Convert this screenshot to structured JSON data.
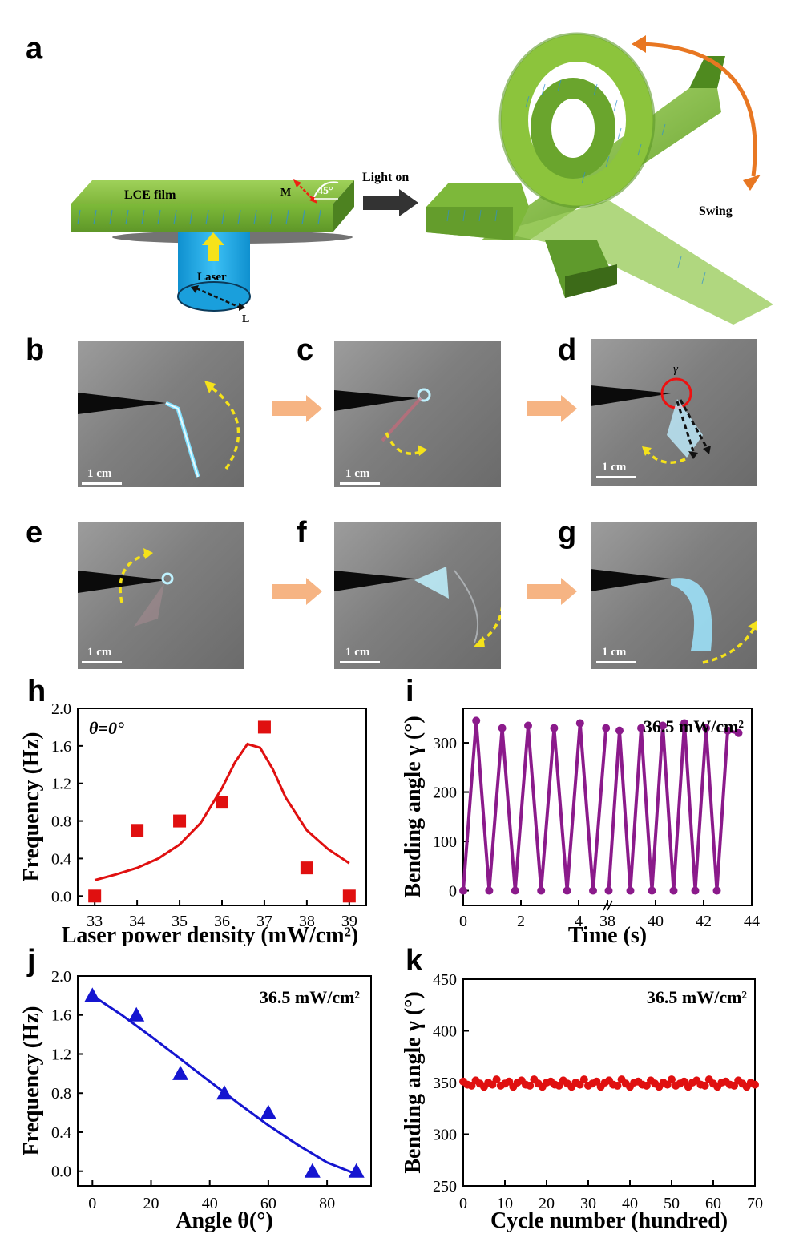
{
  "panels": {
    "a": "a",
    "b": "b",
    "c": "c",
    "d": "d",
    "e": "e",
    "f": "f",
    "g": "g",
    "h": "h",
    "i": "i",
    "j": "j",
    "k": "k"
  },
  "schematic": {
    "film_label": "LCE film",
    "m_label": "M",
    "angle_label": "45°",
    "laser_label": "Laser",
    "l_label": "L",
    "light_on": "Light on",
    "swing": "Swing"
  },
  "photos": {
    "scale_label": "1 cm",
    "gamma_label": "γ"
  },
  "colors": {
    "film_green": "#8cc43c",
    "laser_blue": "#1ea7e6",
    "swing_orange": "#e87722",
    "series_red": "#e01010",
    "series_purple": "#8b1a8b",
    "series_blue": "#1515d0"
  },
  "chart_data": [
    {
      "id": "h",
      "type": "scatter",
      "annotation": "θ=0°",
      "xlabel": "Laser power density (mW/cm²)",
      "ylabel": "Frequency (Hz)",
      "xlim": [
        32.6,
        39.4
      ],
      "ylim": [
        -0.1,
        2.0
      ],
      "xticks": [
        33,
        34,
        35,
        36,
        37,
        38,
        39
      ],
      "yticks": [
        "0.0",
        "0.4",
        "0.8",
        "1.2",
        "1.6",
        "2.0"
      ],
      "points": {
        "x": [
          33,
          34,
          35,
          36,
          37,
          38,
          39
        ],
        "y": [
          0.0,
          0.7,
          0.8,
          1.0,
          1.8,
          0.3,
          0.0
        ]
      },
      "fit": {
        "x": [
          33,
          33.5,
          34,
          34.5,
          35,
          35.5,
          36,
          36.3,
          36.6,
          36.9,
          37.2,
          37.5,
          38,
          38.5,
          39
        ],
        "y": [
          0.17,
          0.23,
          0.3,
          0.4,
          0.55,
          0.78,
          1.15,
          1.42,
          1.62,
          1.58,
          1.35,
          1.05,
          0.7,
          0.5,
          0.35
        ]
      }
    },
    {
      "id": "i",
      "type": "line",
      "annotation": "36.5 mW/cm²",
      "xlabel": "Time (s)",
      "ylabel": "Bending angle γ (°)",
      "ylim": [
        -30,
        370
      ],
      "yticks": [
        "0",
        "100",
        "200",
        "300"
      ],
      "xticks": [
        "0",
        "2",
        "4",
        "38",
        "40",
        "42",
        "44"
      ],
      "segment1": {
        "x": [
          0,
          0.45,
          0.9,
          1.35,
          1.8,
          2.25,
          2.7,
          3.15,
          3.6,
          4.05,
          4.5,
          4.95
        ],
        "y": [
          0,
          345,
          0,
          330,
          0,
          335,
          0,
          330,
          0,
          340,
          0,
          330
        ]
      },
      "segment2": {
        "x": [
          38.05,
          38.5,
          38.95,
          39.4,
          39.85,
          40.3,
          40.75,
          41.2,
          41.65,
          42.1,
          42.55,
          43.0,
          43.45
        ],
        "y": [
          0,
          325,
          0,
          330,
          0,
          335,
          0,
          340,
          0,
          330,
          0,
          325,
          320
        ]
      }
    },
    {
      "id": "j",
      "type": "scatter",
      "annotation": "36.5 mW/cm²",
      "xlabel": "Angle θ(°)",
      "ylabel": "Frequency (Hz)",
      "xlim": [
        -5,
        95
      ],
      "ylim": [
        -0.15,
        2.0
      ],
      "xticks": [
        "0",
        "20",
        "40",
        "60",
        "80"
      ],
      "yticks": [
        "0.0",
        "0.4",
        "0.8",
        "1.2",
        "1.6",
        "2.0"
      ],
      "points": {
        "x": [
          0,
          15,
          30,
          45,
          60,
          75,
          90
        ],
        "y": [
          1.8,
          1.6,
          1.0,
          0.8,
          0.6,
          0.0,
          0.0
        ]
      },
      "fit": {
        "x": [
          0,
          10,
          20,
          30,
          40,
          50,
          60,
          70,
          80,
          90
        ],
        "y": [
          1.8,
          1.6,
          1.38,
          1.15,
          0.92,
          0.69,
          0.47,
          0.27,
          0.09,
          -0.03
        ]
      }
    },
    {
      "id": "k",
      "type": "scatter",
      "annotation": "36.5 mW/cm²",
      "xlabel": "Cycle number (hundred)",
      "ylabel": "Bending angle γ (°)",
      "xlim": [
        0,
        70
      ],
      "ylim": [
        250,
        450
      ],
      "xticks": [
        "0",
        "10",
        "20",
        "30",
        "40",
        "50",
        "60",
        "70"
      ],
      "yticks": [
        "250",
        "300",
        "350",
        "400",
        "450"
      ],
      "points": {
        "x": [
          0,
          1,
          2,
          3,
          4,
          5,
          6,
          7,
          8,
          9,
          10,
          11,
          12,
          13,
          14,
          15,
          16,
          17,
          18,
          19,
          20,
          21,
          22,
          23,
          24,
          25,
          26,
          27,
          28,
          29,
          30,
          31,
          32,
          33,
          34,
          35,
          36,
          37,
          38,
          39,
          40,
          41,
          42,
          43,
          44,
          45,
          46,
          47,
          48,
          49,
          50,
          51,
          52,
          53,
          54,
          55,
          56,
          57,
          58,
          59,
          60,
          61,
          62,
          63,
          64,
          65,
          66,
          67,
          68,
          69,
          70
        ],
        "y": [
          351,
          348,
          347,
          352,
          349,
          346,
          350,
          348,
          353,
          347,
          349,
          351,
          346,
          350,
          352,
          348,
          347,
          353,
          349,
          346,
          350,
          351,
          348,
          347,
          352,
          349,
          346,
          350,
          348,
          353,
          347,
          349,
          351,
          346,
          350,
          352,
          348,
          347,
          353,
          349,
          346,
          350,
          351,
          348,
          347,
          352,
          349,
          346,
          350,
          348,
          353,
          347,
          349,
          351,
          346,
          350,
          352,
          348,
          347,
          353,
          349,
          346,
          350,
          351,
          348,
          347,
          352,
          349,
          346,
          350,
          348
        ]
      }
    }
  ]
}
